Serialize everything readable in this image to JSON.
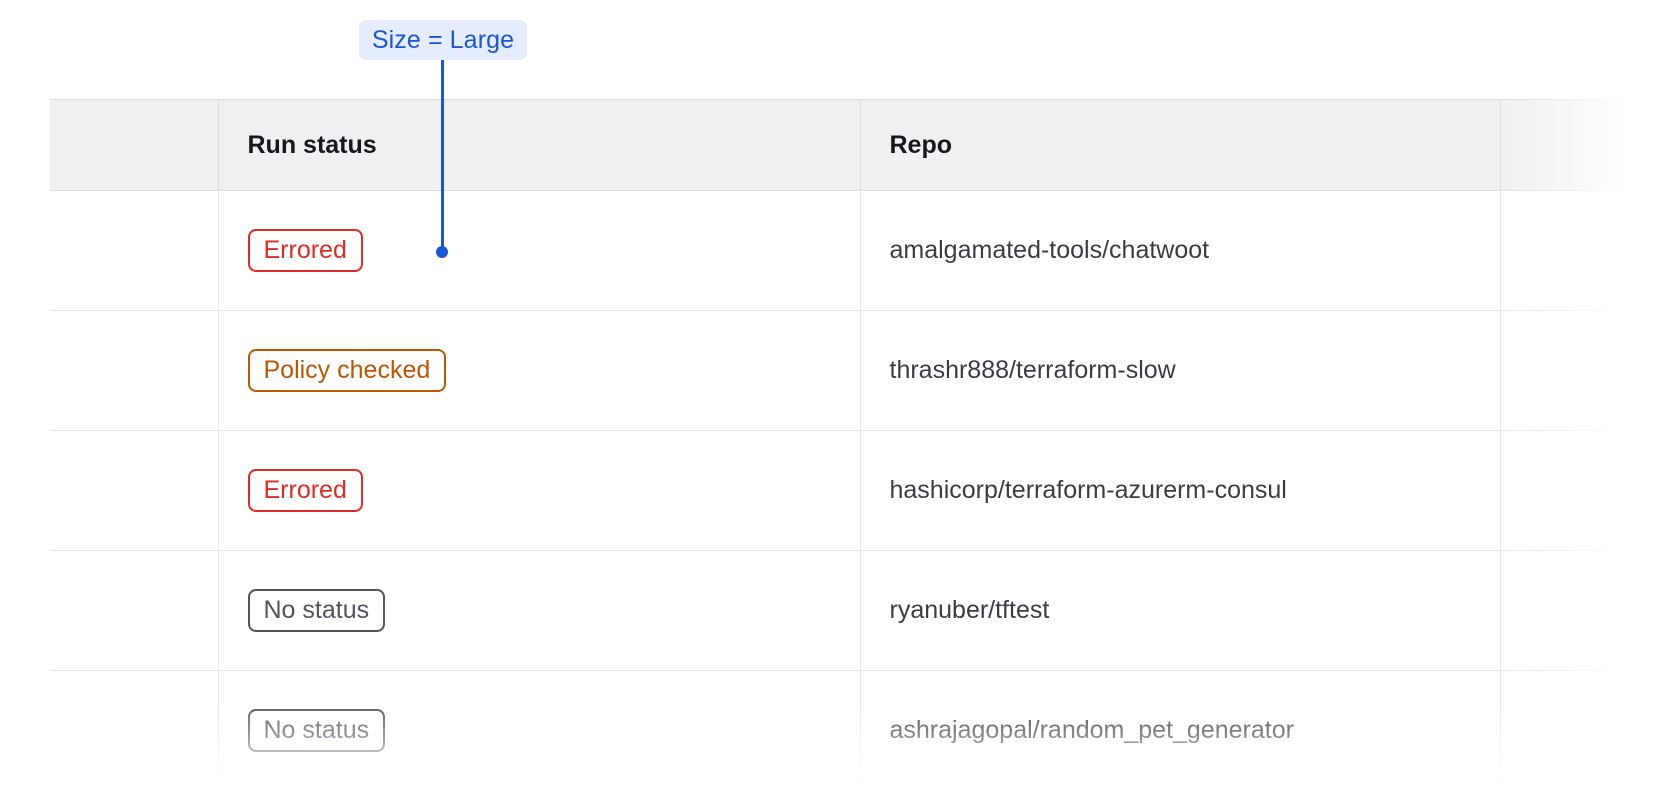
{
  "annotation": {
    "label": "Size = Large",
    "accent_color": "#1a56d8",
    "background_color": "#e4ecfd"
  },
  "table": {
    "columns": [
      {
        "key": "select",
        "label": ""
      },
      {
        "key": "run_status",
        "label": "Run status"
      },
      {
        "key": "repo",
        "label": "Repo"
      },
      {
        "key": "extra",
        "label": ""
      }
    ],
    "rows": [
      {
        "run_status": "Errored",
        "status_variant": "errored",
        "repo": "amalgamated-tools/chatwoot"
      },
      {
        "run_status": "Policy checked",
        "status_variant": "policy-checked",
        "repo": "thrashr888/terraform-slow"
      },
      {
        "run_status": "Errored",
        "status_variant": "errored",
        "repo": "hashicorp/terraform-azurerm-consul"
      },
      {
        "run_status": "No status",
        "status_variant": "no-status",
        "repo": "ryanuber/tftest"
      },
      {
        "run_status": "No status",
        "status_variant": "no-status",
        "repo": "ashrajagopal/random_pet_generator"
      }
    ],
    "status_colors": {
      "errored": "#e02b27",
      "policy-checked": "#c05600",
      "no-status": "#50545e"
    },
    "header_background": "#f0f0f2",
    "border_color": "#dcdee2"
  }
}
